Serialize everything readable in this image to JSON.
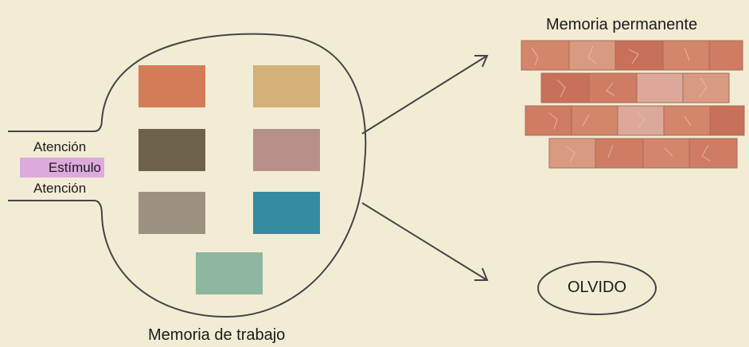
{
  "labels": {
    "attention_top": "Atención",
    "stimulus": "Estímulo",
    "attention_bottom": "Atención",
    "working_memory": "Memoria de trabajo",
    "permanent_memory": "Memoria permanente",
    "forget": "OLVIDO"
  },
  "colors": {
    "background": "#f2ecd5",
    "stroke": "#444444",
    "stimulus_highlight": "#dcaadc",
    "memory_blocks": [
      "#d47c58",
      "#d2b077",
      "#6e624a",
      "#b8908a",
      "#9c9080",
      "#358ba0",
      "#8fb6a0"
    ],
    "bricks": [
      "#d4866a",
      "#c9705a",
      "#d99a82",
      "#dba899",
      "#cf7c62"
    ]
  }
}
